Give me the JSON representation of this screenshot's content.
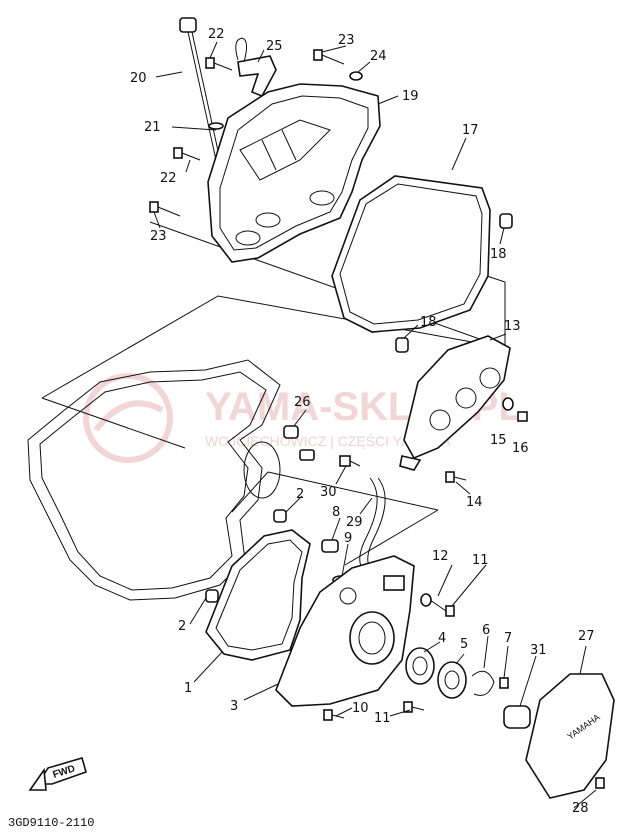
{
  "labels": {
    "p1": "1",
    "p2a": "2",
    "p2b": "2",
    "p3": "3",
    "p4": "4",
    "p5": "5",
    "p6": "6",
    "p7": "7",
    "p8": "8",
    "p9": "9",
    "p10": "10",
    "p11a": "11",
    "p11b": "11",
    "p12": "12",
    "p13": "13",
    "p14": "14",
    "p15": "15",
    "p16": "16",
    "p17": "17",
    "p18a": "18",
    "p18b": "18",
    "p19": "19",
    "p20": "20",
    "p21": "21",
    "p22a": "22",
    "p22b": "22",
    "p23a": "23",
    "p23b": "23",
    "p24": "24",
    "p25": "25",
    "p26": "26",
    "p27": "27",
    "p28": "28",
    "p29": "29",
    "p30": "30",
    "p31": "31"
  },
  "drawing_code": "3GD9110-2110",
  "fwd_badge": "FWD",
  "watermark": {
    "brand": "YAMA-SKLEP.PL",
    "tagline": "WOJCIECHOWICZ | CZĘŚCI YAMAHA"
  },
  "cover_badge": "YAMAHA"
}
